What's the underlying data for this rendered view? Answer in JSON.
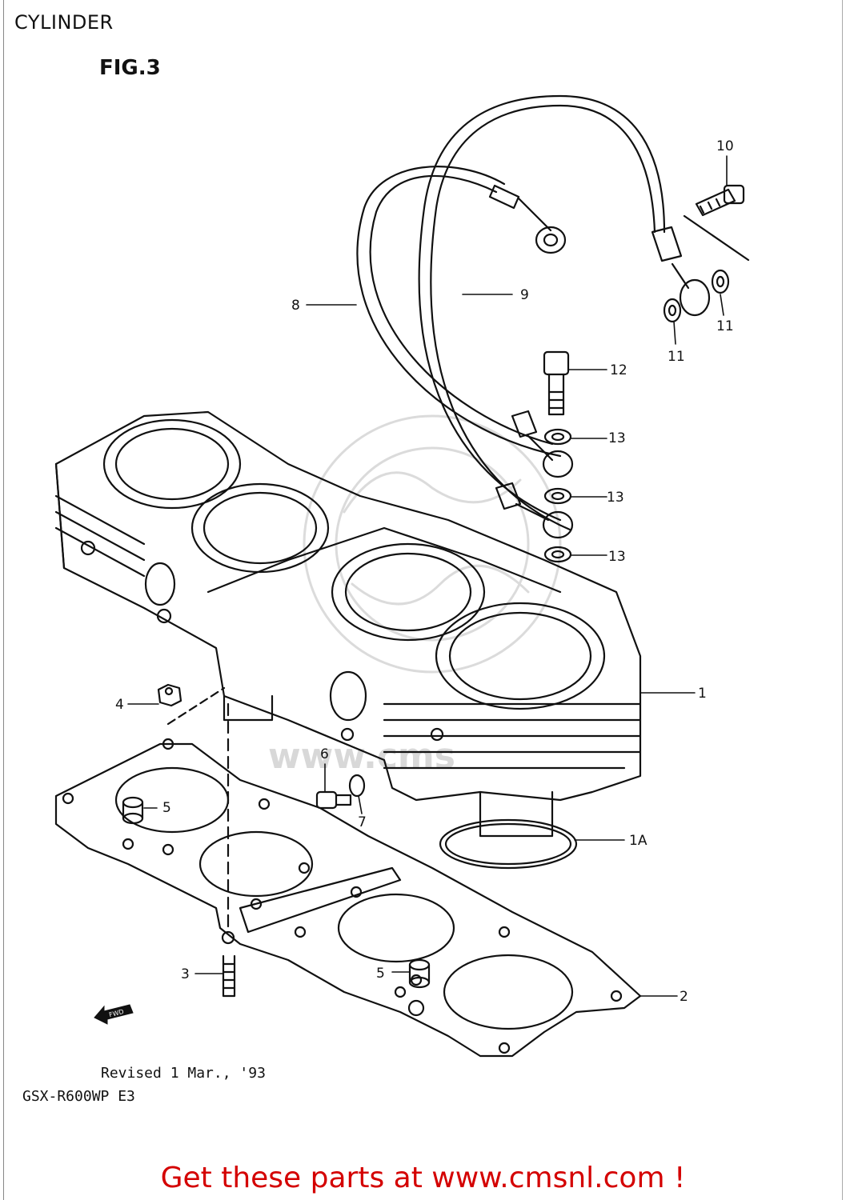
{
  "header": {
    "title": "CYLINDER",
    "figure": "FIG.3"
  },
  "footer": {
    "revised": "Revised 1 Mar., '93",
    "model": "GSX-R600WP E3",
    "cta": "Get these parts at www.cmsnl.com !"
  },
  "callouts": [
    "1",
    "1A",
    "2",
    "3",
    "4",
    "5",
    "5",
    "6",
    "7",
    "8",
    "9",
    "10",
    "11",
    "11",
    "12",
    "13",
    "13",
    "13"
  ],
  "watermark": {
    "text": "www.cms"
  },
  "icons": {
    "forward": "fwd-arrow-icon"
  },
  "colors": {
    "cta": "#d40000",
    "line": "#111111"
  }
}
